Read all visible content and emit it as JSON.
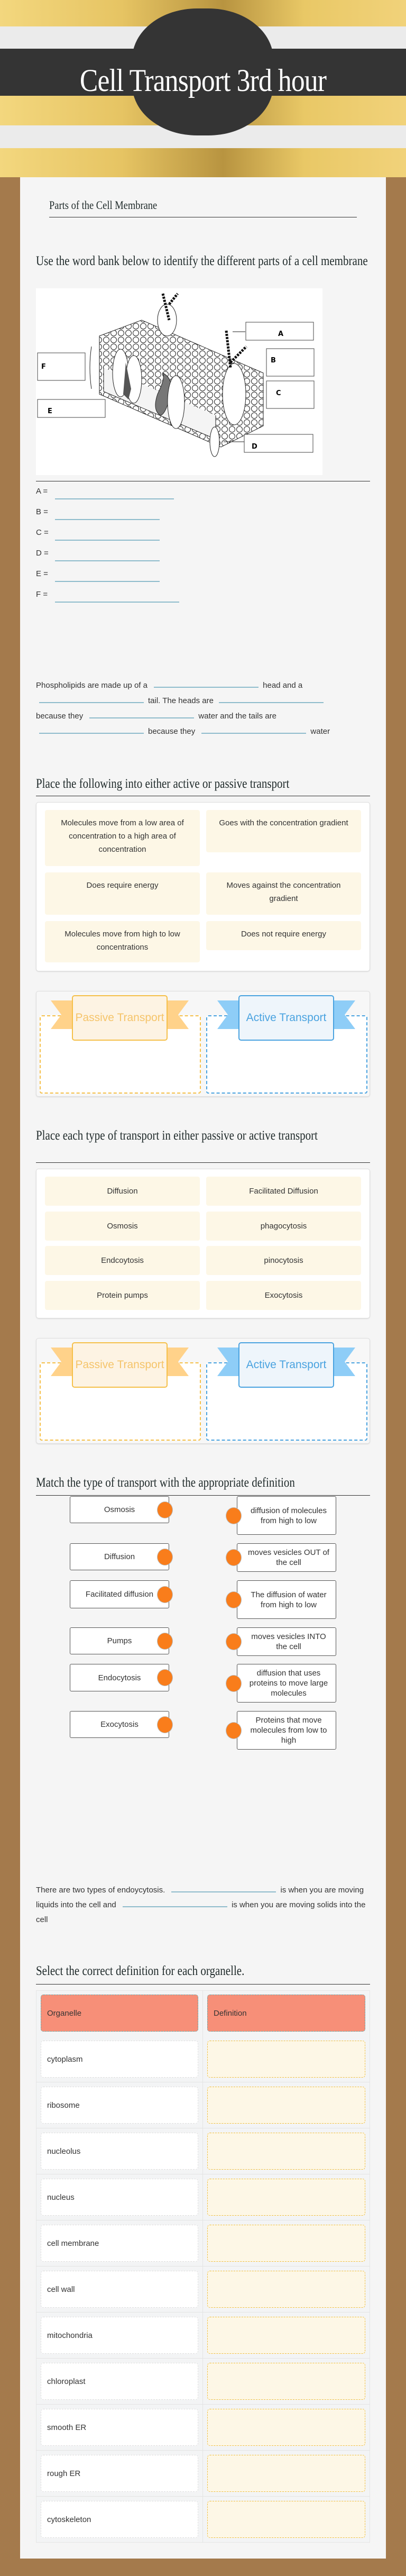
{
  "header": {
    "title": "Cell Transport 3rd hour"
  },
  "sections": {
    "membrane_title": "Parts of the Cell Membrane",
    "wordbank_title": "Use the word bank below to identify the different parts of a cell membrane",
    "diagram_labels": [
      "A",
      "B",
      "C",
      "D",
      "E",
      "F"
    ],
    "answers": [
      {
        "label": "A =",
        "value": ""
      },
      {
        "label": "B =",
        "value": ""
      },
      {
        "label": "C =",
        "value": ""
      },
      {
        "label": "D =",
        "value": ""
      },
      {
        "label": "E =",
        "value": ""
      },
      {
        "label": "F =",
        "value": ""
      }
    ],
    "phospho": {
      "t1": "Phospholipids are made up of a",
      "t2": "head and a",
      "t3": "tail. The heads are",
      "t4": "because they",
      "t5": "water and the tails are",
      "t6": "because they",
      "t7": "water"
    },
    "sort1_title": "Place the following into either active or passive transport",
    "sort1_items": [
      "Molecules move from a low area of concentration to a high area of concentration",
      "Goes with the concentration gradient",
      "Does require energy",
      "Moves against the concentration gradient",
      "Molecules move from high to low concentrations",
      "Does not require energy"
    ],
    "bins": {
      "passive": "Passive Transport",
      "active": "Active Transport"
    },
    "sort2_title": "Place each type of transport in either passive or active transport",
    "sort2_items": [
      "Diffusion",
      "Facilitated Diffusion",
      "Osmosis",
      "phagocytosis",
      "Endcoytosis",
      "pinocytosis",
      "Protein pumps",
      "Exocytosis"
    ],
    "match_title": "Match the type of transport with the appropriate definition",
    "match_left": [
      "Osmosis",
      "Diffusion",
      "Facilitated diffusion",
      "Pumps",
      "Endocytosis",
      "Exocytosis"
    ],
    "match_right": [
      "diffusion of molecules from high to low",
      "moves vesicles OUT of the cell",
      "The diffusion of water from high to low",
      "moves vesicles INTO the cell",
      "diffusion that uses proteins to move large molecules",
      "Proteins that move molecules from low to high"
    ],
    "endo": {
      "t1": "There are two types of endoycytosis.",
      "t2": "is when you are moving liquids into the cell and",
      "t3": "is when you are moving solids into the cell"
    },
    "table_title": "Select the correct definition for each organelle.",
    "table_headers": [
      "Organelle",
      "Definition"
    ],
    "organelles": [
      "cytoplasm",
      "ribosome",
      "nucleolus",
      "nucleus",
      "cell membrane",
      "cell wall",
      "mitochondria",
      "chloroplast",
      "smooth ER",
      "rough ER",
      "cytoskeleton"
    ]
  },
  "colors": {
    "accent_orange": "#f97d1b",
    "passive": "#f5c04a",
    "active": "#4aa3e0",
    "table_header": "#f78f78"
  }
}
